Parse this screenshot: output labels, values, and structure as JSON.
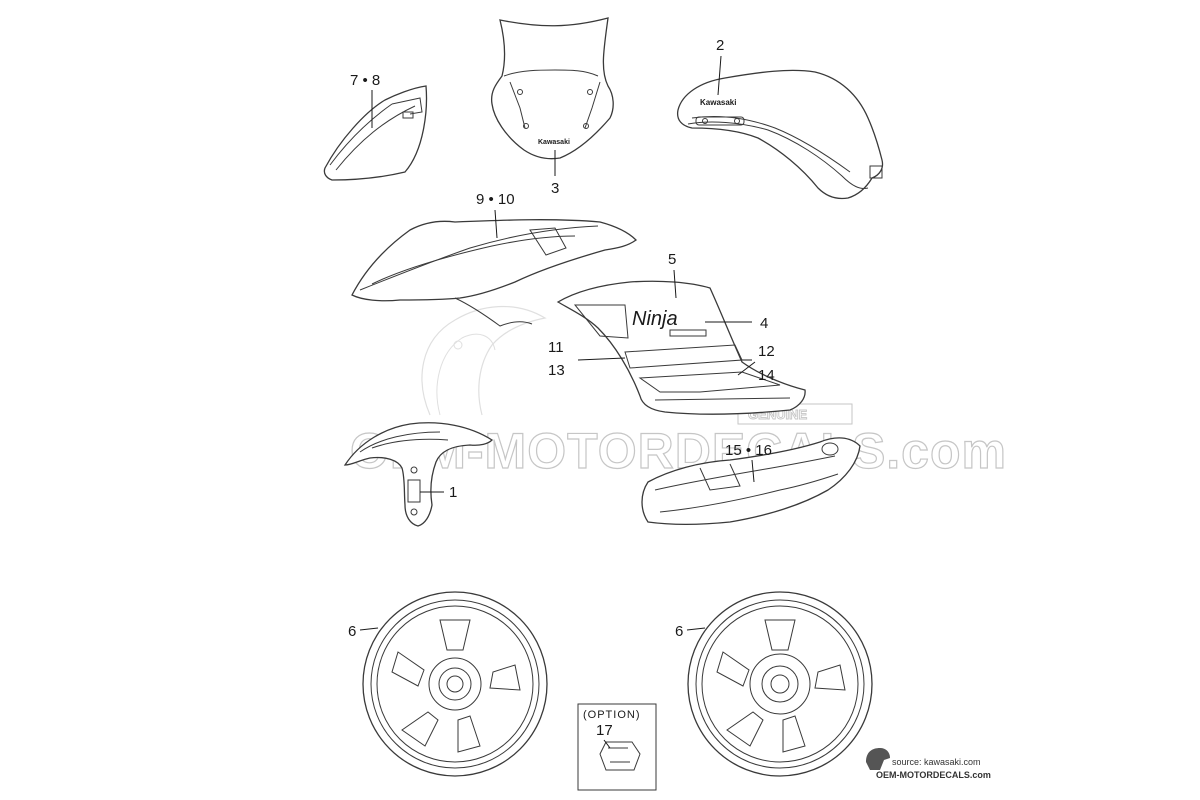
{
  "callouts": {
    "c1": "1",
    "c2": "2",
    "c3": "3",
    "c4": "4",
    "c5": "5",
    "c6_left": "6",
    "c6_right": "6",
    "c7_8": "7 • 8",
    "c9_10": "9 • 10",
    "c11": "11",
    "c12": "12",
    "c13": "13",
    "c14": "14",
    "c15_16": "15 • 16",
    "c17": "17"
  },
  "option_box": {
    "label": "(OPTION)"
  },
  "decal_text": {
    "windscreen_logo": "Kawasaki",
    "tank_logo": "Kawasaki",
    "side_logo": "Ninja"
  },
  "watermark": {
    "main": "OEM-MOTORDECALS.com",
    "badge": "GENUINE"
  },
  "credit": {
    "source": "source: kawasaki.com",
    "site": "OEM-MOTORDECALS.com"
  },
  "colors": {
    "line": "#3a3a3a",
    "watermark": "#c6c6c6",
    "background": "#ffffff"
  },
  "icons": {
    "credit_logo": "motorcycle-helmet-icon"
  }
}
